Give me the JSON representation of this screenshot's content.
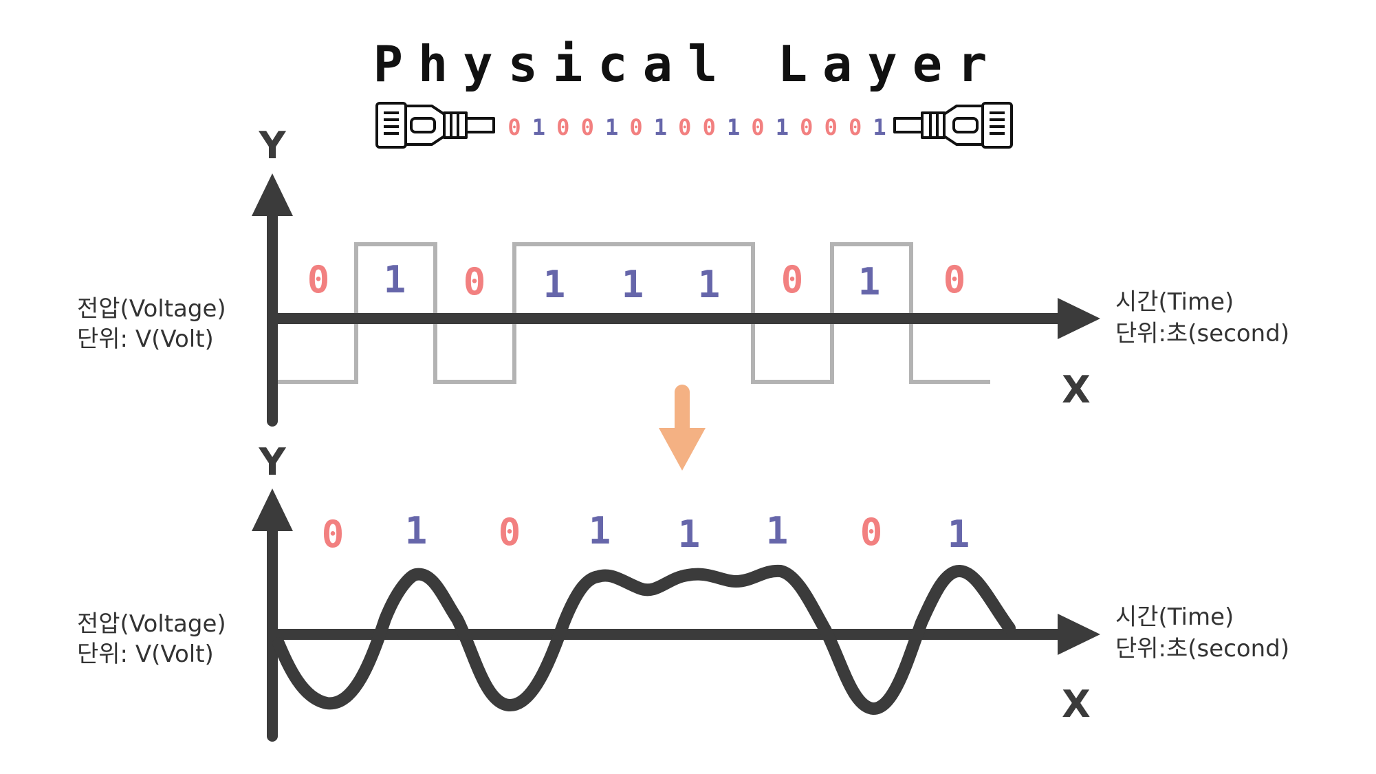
{
  "title": "Physical Layer",
  "colors": {
    "zero": "#f28080",
    "one": "#6666aa",
    "axis": "#3b3b3b",
    "square_wave": "#b3b3b3",
    "arrow": "#f4b183",
    "text": "#333333"
  },
  "cable": {
    "left_icon": "ethernet-plug-icon",
    "right_icon": "ethernet-plug-icon",
    "bits": [
      "0",
      "1",
      "0",
      "0",
      "1",
      "0",
      "1",
      "0",
      "0",
      "1",
      "0",
      "1",
      "0",
      "0",
      "0",
      "1"
    ]
  },
  "top_chart": {
    "y_axis_letter": "Y",
    "x_axis_letter": "X",
    "y_label_line1": "전압(Voltage)",
    "y_label_line2": "단위: V(Volt)",
    "x_label_line1": "시간(Time)",
    "x_label_line2": "단위:초(second)",
    "bits": [
      "0",
      "1",
      "0",
      "1",
      "1",
      "1",
      "0",
      "1",
      "0"
    ]
  },
  "bottom_chart": {
    "y_axis_letter": "Y",
    "x_axis_letter": "X",
    "y_label_line1": "전압(Voltage)",
    "y_label_line2": "단위: V(Volt)",
    "x_label_line1": "시간(Time)",
    "x_label_line2": "단위:초(second)",
    "bits": [
      "0",
      "1",
      "0",
      "1",
      "1",
      "1",
      "0",
      "1"
    ]
  },
  "transition_icon": "arrow-down-icon"
}
